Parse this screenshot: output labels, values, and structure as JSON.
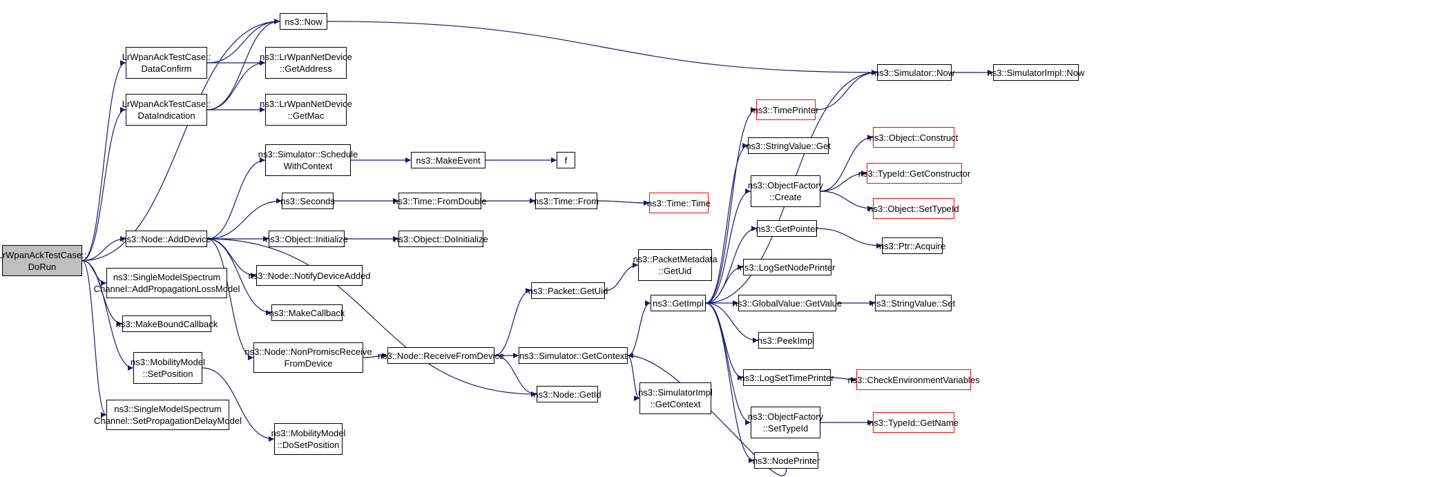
{
  "colors": {
    "edge": "#191970",
    "border": "#000000",
    "truncated_border": "#ff0000",
    "root_fill": "#bfbfbf"
  },
  "nodes": [
    {
      "id": "dorun",
      "label": "LrWpanAckTestCase::\nDoRun",
      "root": true
    },
    {
      "id": "now",
      "label": "ns3::Now"
    },
    {
      "id": "dataconfirm",
      "label": "LrWpanAckTestCase::\nDataConfirm"
    },
    {
      "id": "dataindication",
      "label": "LrWpanAckTestCase::\nDataIndication"
    },
    {
      "id": "getaddress",
      "label": "ns3::LrWpanNetDevice\n::GetAddress"
    },
    {
      "id": "getmac",
      "label": "ns3::LrWpanNetDevice\n::GetMac"
    },
    {
      "id": "schedulewc",
      "label": "ns3::Simulator::Schedule\nWithContext"
    },
    {
      "id": "makeevent",
      "label": "ns3::MakeEvent"
    },
    {
      "id": "f",
      "label": "f"
    },
    {
      "id": "seconds",
      "label": "ns3::Seconds"
    },
    {
      "id": "fromdouble",
      "label": "ns3::Time::FromDouble"
    },
    {
      "id": "from",
      "label": "ns3::Time::From"
    },
    {
      "id": "time",
      "label": "ns3::Time::Time",
      "truncated": true
    },
    {
      "id": "adddevice",
      "label": "ns3::Node::AddDevice"
    },
    {
      "id": "initialize",
      "label": "ns3::Object::Initialize"
    },
    {
      "id": "doinitialize",
      "label": "ns3::Object::DoInitialize"
    },
    {
      "id": "notify",
      "label": "ns3::Node::NotifyDeviceAdded"
    },
    {
      "id": "makecallback",
      "label": "ns3::MakeCallback"
    },
    {
      "id": "nonpromisc",
      "label": "ns3::Node::NonPromiscReceive\nFromDevice"
    },
    {
      "id": "receivefd",
      "label": "ns3::Node::ReceiveFromDevice"
    },
    {
      "id": "addprop",
      "label": "ns3::SingleModelSpectrum\nChannel::AddPropagationLossModel"
    },
    {
      "id": "makebound",
      "label": "ns3::MakeBoundCallback"
    },
    {
      "id": "setposition",
      "label": "ns3::MobilityModel\n::SetPosition"
    },
    {
      "id": "dosetposition",
      "label": "ns3::MobilityModel\n::DoSetPosition"
    },
    {
      "id": "setpropdelay",
      "label": "ns3::SingleModelSpectrum\nChannel::SetPropagationDelayModel"
    },
    {
      "id": "packetmeta",
      "label": "ns3::PacketMetadata\n::GetUid"
    },
    {
      "id": "packetgetuid",
      "label": "ns3::Packet::GetUid"
    },
    {
      "id": "getcontext",
      "label": "ns3::Simulator::GetContext"
    },
    {
      "id": "nodegetid",
      "label": "ns3::Node::GetId"
    },
    {
      "id": "implgetcontext",
      "label": "ns3::SimulatorImpl\n::GetContext"
    },
    {
      "id": "getimpl",
      "label": "ns3::GetImpl"
    },
    {
      "id": "timeprinter",
      "label": "ns3::TimePrinter",
      "truncated": true
    },
    {
      "id": "stringvalueget",
      "label": "ns3::StringValue::Get"
    },
    {
      "id": "ofcreate",
      "label": "ns3::ObjectFactory\n::Create"
    },
    {
      "id": "getpointer",
      "label": "ns3::GetPointer"
    },
    {
      "id": "logsetnode",
      "label": "ns3::LogSetNodePrinter"
    },
    {
      "id": "globalget",
      "label": "ns3::GlobalValue::GetValue"
    },
    {
      "id": "peekimpl",
      "label": "ns3::PeekImpl"
    },
    {
      "id": "logsettime",
      "label": "ns3::LogSetTimePrinter"
    },
    {
      "id": "ofsettypeid",
      "label": "ns3::ObjectFactory\n::SetTypeId"
    },
    {
      "id": "nodeprinter",
      "label": "ns3::NodePrinter"
    },
    {
      "id": "simnow",
      "label": "ns3::Simulator::Now"
    },
    {
      "id": "simimplnow",
      "label": "ns3::SimulatorImpl::Now"
    },
    {
      "id": "construct",
      "label": "ns3::Object::Construct",
      "truncated": true
    },
    {
      "id": "getconstructor",
      "label": "ns3::TypeId::GetConstructor",
      "truncated": true
    },
    {
      "id": "objsettypeid",
      "label": "ns3::Object::SetTypeId",
      "truncated": true
    },
    {
      "id": "ptracquire",
      "label": "ns3::Ptr::Acquire"
    },
    {
      "id": "stringvalueset",
      "label": "ns3::StringValue::Set"
    },
    {
      "id": "checkenv",
      "label": "ns3::CheckEnvironmentVariables",
      "truncated": true
    },
    {
      "id": "typeidgetname",
      "label": "ns3::TypeId::GetName",
      "truncated": true
    }
  ],
  "edges": [
    [
      "dorun",
      "now"
    ],
    [
      "dorun",
      "dataconfirm"
    ],
    [
      "dorun",
      "dataindication"
    ],
    [
      "dorun",
      "adddevice"
    ],
    [
      "dorun",
      "addprop"
    ],
    [
      "dorun",
      "makebound"
    ],
    [
      "dorun",
      "setposition"
    ],
    [
      "dorun",
      "setpropdelay"
    ],
    [
      "dataconfirm",
      "now"
    ],
    [
      "dataconfirm",
      "getaddress"
    ],
    [
      "dataindication",
      "now"
    ],
    [
      "dataindication",
      "getaddress"
    ],
    [
      "dataindication",
      "getmac"
    ],
    [
      "now",
      "simnow"
    ],
    [
      "simnow",
      "simimplnow"
    ],
    [
      "adddevice",
      "schedulewc"
    ],
    [
      "adddevice",
      "seconds"
    ],
    [
      "adddevice",
      "initialize"
    ],
    [
      "adddevice",
      "notify"
    ],
    [
      "adddevice",
      "makecallback"
    ],
    [
      "adddevice",
      "nonpromisc"
    ],
    [
      "adddevice",
      "nodegetid"
    ],
    [
      "schedulewc",
      "makeevent"
    ],
    [
      "makeevent",
      "f"
    ],
    [
      "seconds",
      "fromdouble"
    ],
    [
      "fromdouble",
      "from"
    ],
    [
      "from",
      "time"
    ],
    [
      "initialize",
      "doinitialize"
    ],
    [
      "nonpromisc",
      "receivefd"
    ],
    [
      "receivefd",
      "packetgetuid"
    ],
    [
      "receivefd",
      "getcontext"
    ],
    [
      "receivefd",
      "nodegetid"
    ],
    [
      "packetgetuid",
      "packetmeta"
    ],
    [
      "getcontext",
      "getimpl"
    ],
    [
      "getcontext",
      "implgetcontext"
    ],
    [
      "setposition",
      "dosetposition"
    ],
    [
      "getimpl",
      "simnow"
    ],
    [
      "getimpl",
      "timeprinter"
    ],
    [
      "getimpl",
      "stringvalueget"
    ],
    [
      "getimpl",
      "ofcreate"
    ],
    [
      "getimpl",
      "getpointer"
    ],
    [
      "getimpl",
      "logsetnode"
    ],
    [
      "getimpl",
      "globalget"
    ],
    [
      "getimpl",
      "peekimpl"
    ],
    [
      "getimpl",
      "logsettime"
    ],
    [
      "getimpl",
      "ofsettypeid"
    ],
    [
      "getimpl",
      "nodeprinter"
    ],
    [
      "timeprinter",
      "simnow"
    ],
    [
      "ofcreate",
      "construct"
    ],
    [
      "ofcreate",
      "getconstructor"
    ],
    [
      "ofcreate",
      "objsettypeid"
    ],
    [
      "getpointer",
      "ptracquire"
    ],
    [
      "globalget",
      "stringvalueset"
    ],
    [
      "logsettime",
      "checkenv"
    ],
    [
      "ofsettypeid",
      "typeidgetname"
    ],
    [
      "nodeprinter",
      "getcontext"
    ]
  ]
}
